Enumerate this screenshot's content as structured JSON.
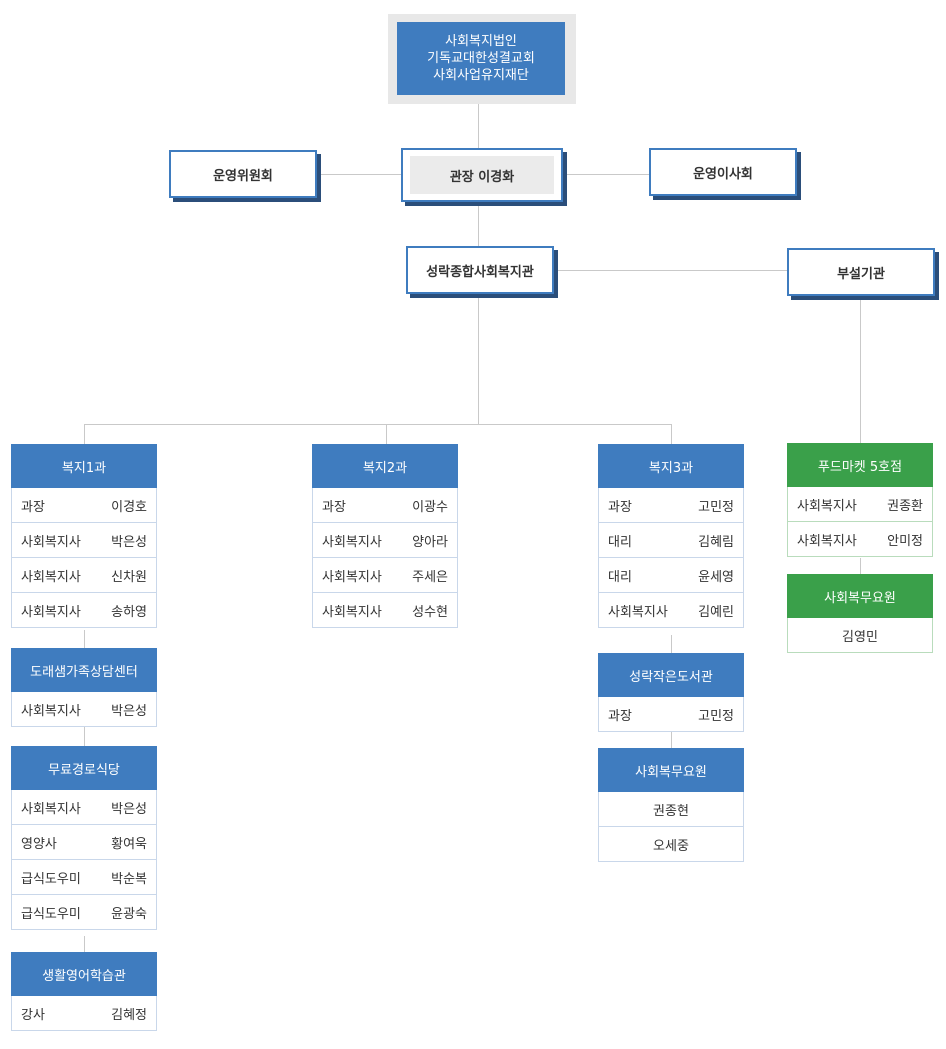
{
  "foundation": {
    "lines": [
      "사회복지법인",
      "기독교대한성결교회",
      "사회사업유지재단"
    ]
  },
  "committee": "운영위원회",
  "director": "관장 이경화",
  "board": "운영이사회",
  "center": "성락종합사회복지관",
  "affiliated": "부설기관",
  "colors": {
    "blue": "#3f7cbf",
    "green": "#3aa04a",
    "shadow": "#2b4e7a"
  },
  "departments": {
    "welfare1": {
      "title": "복지1과",
      "members": [
        {
          "role": "과장",
          "name": "이경호"
        },
        {
          "role": "사회복지사",
          "name": "박은성"
        },
        {
          "role": "사회복지사",
          "name": "신차원"
        },
        {
          "role": "사회복지사",
          "name": "송하영"
        }
      ]
    },
    "dorae": {
      "title": "도래샘가족상담센터",
      "members": [
        {
          "role": "사회복지사",
          "name": "박은성"
        }
      ]
    },
    "kitchen": {
      "title": "무료경로식당",
      "members": [
        {
          "role": "사회복지사",
          "name": "박은성"
        },
        {
          "role": "영양사",
          "name": "황여욱"
        },
        {
          "role": "급식도우미",
          "name": "박순복"
        },
        {
          "role": "급식도우미",
          "name": "윤광숙"
        }
      ]
    },
    "english": {
      "title": "생활영어학습관",
      "members": [
        {
          "role": "강사",
          "name": "김혜정"
        }
      ]
    },
    "welfare2": {
      "title": "복지2과",
      "members": [
        {
          "role": "과장",
          "name": "이광수"
        },
        {
          "role": "사회복지사",
          "name": "양아라"
        },
        {
          "role": "사회복지사",
          "name": "주세은"
        },
        {
          "role": "사회복지사",
          "name": "성수현"
        }
      ]
    },
    "welfare3": {
      "title": "복지3과",
      "members": [
        {
          "role": "과장",
          "name": "고민정"
        },
        {
          "role": "대리",
          "name": "김혜림"
        },
        {
          "role": "대리",
          "name": "윤세영"
        },
        {
          "role": "사회복지사",
          "name": "김예린"
        }
      ]
    },
    "library": {
      "title": "성락작은도서관",
      "members": [
        {
          "role": "과장",
          "name": "고민정"
        }
      ]
    },
    "service3": {
      "title": "사회복무요원",
      "members": [
        {
          "name": "권종현"
        },
        {
          "name": "오세중"
        }
      ]
    },
    "foodmarket": {
      "title": "푸드마켓 5호점",
      "members": [
        {
          "role": "사회복지사",
          "name": "권종환"
        },
        {
          "role": "사회복지사",
          "name": "안미정"
        }
      ]
    },
    "service4": {
      "title": "사회복무요원",
      "members": [
        {
          "name": "김영민"
        }
      ]
    }
  }
}
